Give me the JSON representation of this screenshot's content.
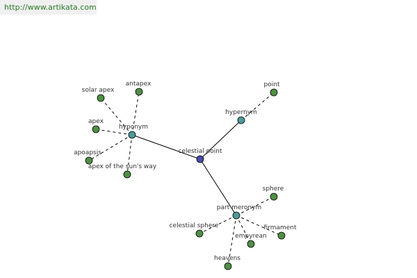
{
  "banner": {
    "url": "http://www.artikata.com"
  },
  "colors": {
    "center": "#4a4aa6",
    "relation": "#4d9a9a",
    "leaf": "#4f8f45"
  },
  "graph": {
    "nodes": [
      {
        "id": "celestial_point",
        "label": "celestial point",
        "kind": "center"
      },
      {
        "id": "hyponym",
        "label": "hyponym",
        "kind": "relation"
      },
      {
        "id": "hypernym",
        "label": "hypernym",
        "kind": "relation"
      },
      {
        "id": "part_meronym",
        "label": "part meronym",
        "kind": "relation"
      },
      {
        "id": "solar_apex",
        "label": "solar apex",
        "kind": "leaf"
      },
      {
        "id": "antapex",
        "label": "antapex",
        "kind": "leaf"
      },
      {
        "id": "apex",
        "label": "apex",
        "kind": "leaf"
      },
      {
        "id": "apoapsis",
        "label": "apoapsis",
        "kind": "leaf"
      },
      {
        "id": "apex_suns_way",
        "label": "apex of the sun's way",
        "kind": "leaf"
      },
      {
        "id": "point",
        "label": "point",
        "kind": "leaf"
      },
      {
        "id": "sphere",
        "label": "sphere",
        "kind": "leaf"
      },
      {
        "id": "celestial_sphere",
        "label": "celestial sphere",
        "kind": "leaf"
      },
      {
        "id": "empyrean",
        "label": "empyrean",
        "kind": "leaf"
      },
      {
        "id": "firmament",
        "label": "firmament",
        "kind": "leaf"
      },
      {
        "id": "heavens",
        "label": "heavens",
        "kind": "leaf"
      }
    ],
    "edges": [
      {
        "from": "celestial_point",
        "to": "hyponym",
        "style": "solid"
      },
      {
        "from": "celestial_point",
        "to": "hypernym",
        "style": "solid"
      },
      {
        "from": "celestial_point",
        "to": "part_meronym",
        "style": "solid"
      },
      {
        "from": "hyponym",
        "to": "solar_apex",
        "style": "dashed"
      },
      {
        "from": "hyponym",
        "to": "antapex",
        "style": "dashed"
      },
      {
        "from": "hyponym",
        "to": "apex",
        "style": "dashed"
      },
      {
        "from": "hyponym",
        "to": "apoapsis",
        "style": "dashed"
      },
      {
        "from": "hyponym",
        "to": "apex_suns_way",
        "style": "dashed"
      },
      {
        "from": "hypernym",
        "to": "point",
        "style": "dashed"
      },
      {
        "from": "part_meronym",
        "to": "sphere",
        "style": "dashed"
      },
      {
        "from": "part_meronym",
        "to": "celestial_sphere",
        "style": "dashed"
      },
      {
        "from": "part_meronym",
        "to": "empyrean",
        "style": "dashed"
      },
      {
        "from": "part_meronym",
        "to": "firmament",
        "style": "dashed"
      },
      {
        "from": "part_meronym",
        "to": "heavens",
        "style": "dashed"
      }
    ]
  }
}
